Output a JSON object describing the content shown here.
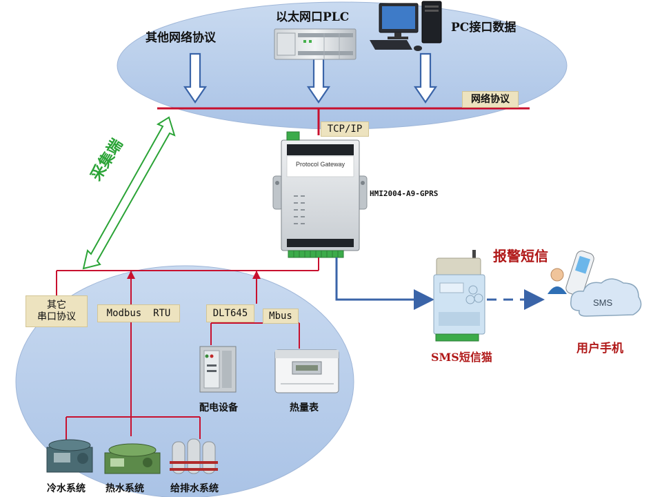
{
  "top": {
    "other_protocol": "其他网络协议",
    "ethernet_plc": "以太网口PLC",
    "pc_data": "PC接口数据",
    "network_protocol": "网络协议"
  },
  "gateway": {
    "tcpip": "TCP/IP",
    "panel_title": "Protocol Gateway",
    "model": "HMI2004-A9-GPRS"
  },
  "collector": "采集端",
  "serial": {
    "other_serial": "其它\n串口协议",
    "modbus_rtu": "Modbus  RTU",
    "dlt645": "DLT645",
    "mbus": "Mbus"
  },
  "devices": {
    "power_equipment": "配电设备",
    "heat_meter": "热量表",
    "cold_water": "冷水系统",
    "hot_water": "热水系统",
    "water_supply": "给排水系统"
  },
  "sms": {
    "alarm": "报警短信",
    "sms_cat": "SMS短信猫",
    "cloud_text": "SMS",
    "user_phone": "用户手机"
  },
  "colors": {
    "bus_red": "#c8102e",
    "arrow_blue": "#3a64a8",
    "ellipse_blue": "#bcd0ea",
    "collector_green": "#2aa336"
  }
}
